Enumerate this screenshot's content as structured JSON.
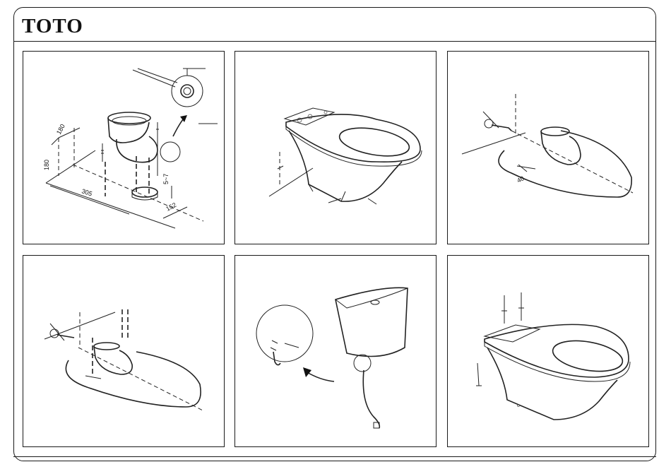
{
  "header": {
    "brand": "TOTO"
  },
  "panels": [
    {
      "id": "step-1",
      "dimensions": [
        "180",
        "180",
        "305",
        "5~7",
        "152"
      ]
    },
    {
      "id": "step-2"
    },
    {
      "id": "step-3",
      "dimensions": [
        "40"
      ]
    },
    {
      "id": "step-4"
    },
    {
      "id": "step-5"
    },
    {
      "id": "step-6"
    }
  ]
}
